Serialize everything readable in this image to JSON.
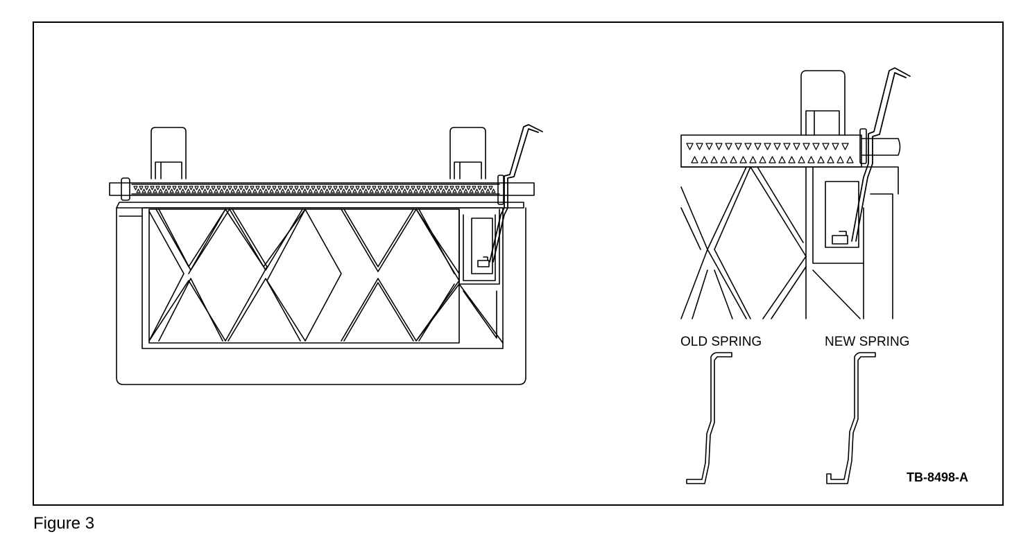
{
  "labels": {
    "old_spring": "OLD SPRING",
    "new_spring": "NEW SPRING",
    "figure_code": "TB-8498-A"
  },
  "caption": "Figure 3"
}
